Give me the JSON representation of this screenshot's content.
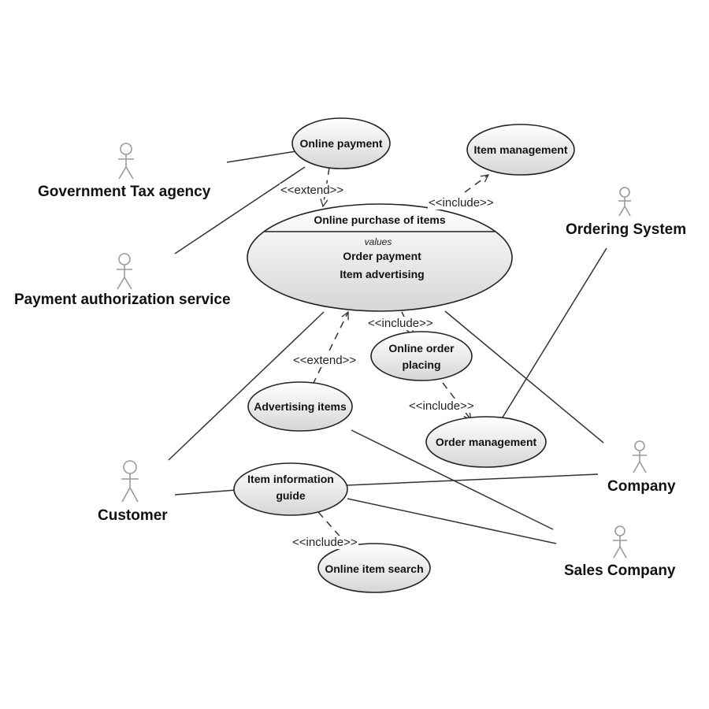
{
  "actors": {
    "government_tax_agency": "Government Tax agency",
    "payment_authorization_service": "Payment authorization service",
    "ordering_system": "Ordering System",
    "company": "Company",
    "customer": "Customer",
    "sales_company": "Sales Company"
  },
  "use_cases": {
    "online_payment": "Online payment",
    "item_management": "Item management",
    "online_purchase": {
      "title": "Online purchase of items",
      "section": "values",
      "lines": [
        "Order payment",
        "Item advertising"
      ]
    },
    "online_order_placing": [
      "Online order",
      "placing"
    ],
    "advertising_items": "Advertising items",
    "order_management": "Order management",
    "item_information_guide": [
      "Item information",
      "guide"
    ],
    "online_item_search": "Online item search"
  },
  "relations": {
    "extend_payment": "<<extend>>",
    "include_item_management": "<<include>>",
    "include_order_placing": "<<include>>",
    "extend_advertising": "<<extend>>",
    "include_order_management": "<<include>>",
    "include_item_search": "<<include>>"
  },
  "colors": {
    "line": "#333333",
    "ellipse_stroke": "#222222",
    "ellipse_fill_top": "#ffffff",
    "ellipse_fill_bottom": "#d9d9d9",
    "actor_stroke": "#9a9a9a"
  }
}
